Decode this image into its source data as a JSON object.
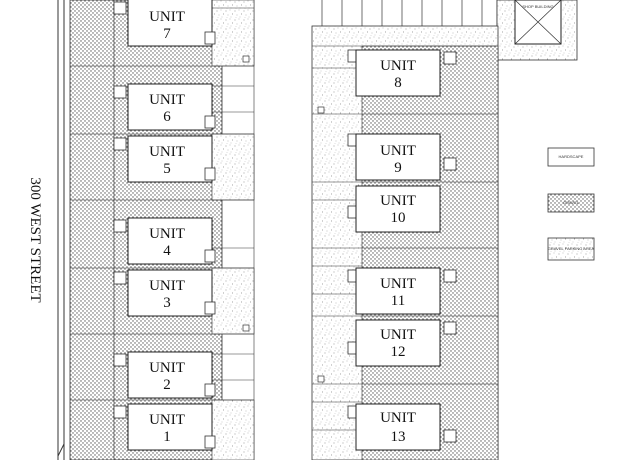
{
  "street": {
    "label": "300 WEST STREET"
  },
  "units_left": [
    {
      "word": "UNIT",
      "num": "7"
    },
    {
      "word": "UNIT",
      "num": "6"
    },
    {
      "word": "UNIT",
      "num": "5"
    },
    {
      "word": "UNIT",
      "num": "4"
    },
    {
      "word": "UNIT",
      "num": "3"
    },
    {
      "word": "UNIT",
      "num": "2"
    },
    {
      "word": "UNIT",
      "num": "1"
    }
  ],
  "units_right": [
    {
      "word": "UNIT",
      "num": "8"
    },
    {
      "word": "UNIT",
      "num": "9"
    },
    {
      "word": "UNIT",
      "num": "10"
    },
    {
      "word": "UNIT",
      "num": "11"
    },
    {
      "word": "UNIT",
      "num": "12"
    },
    {
      "word": "UNIT",
      "num": "13"
    }
  ],
  "shop_label": "SHOP BUILDING",
  "legend": [
    {
      "label": "HARDSCAPE"
    },
    {
      "label": "GRAVEL"
    },
    {
      "label": "GRAVEL PARKING AREA"
    }
  ],
  "colors": {
    "line": "#333333",
    "dots": "#555555",
    "speckle": "#777777"
  }
}
